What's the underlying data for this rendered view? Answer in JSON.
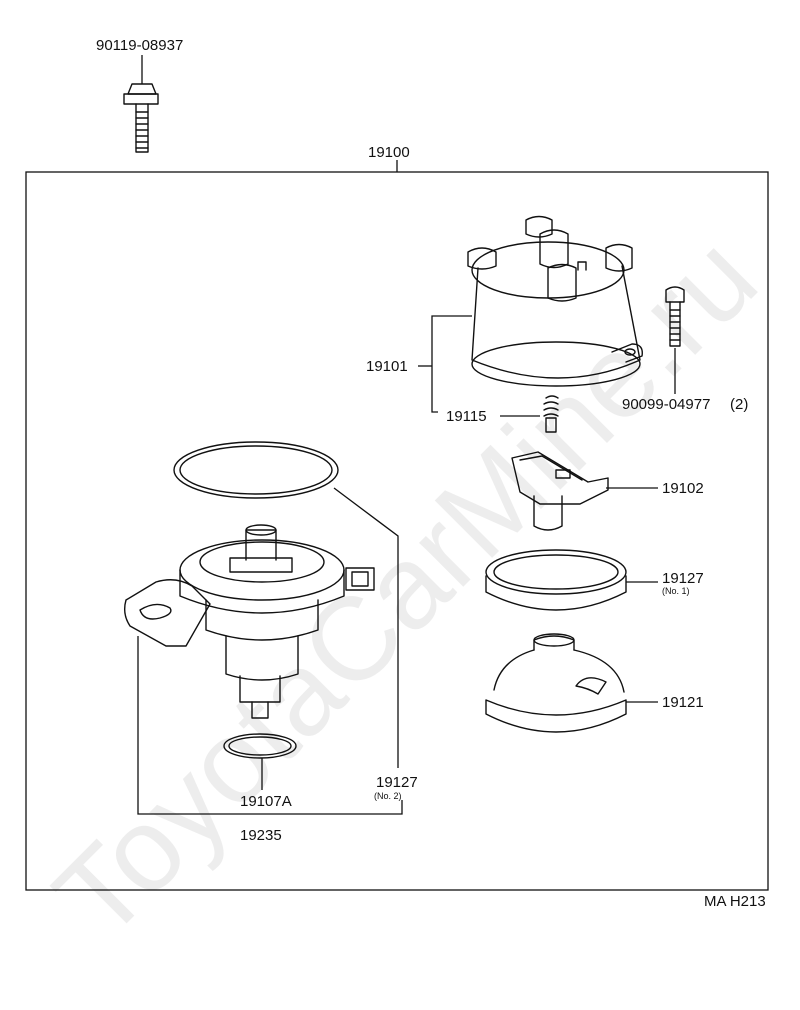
{
  "watermark": "ToyotaCarMine.ru",
  "assembly": {
    "part_no": "19100"
  },
  "callouts": {
    "bolt_top": "90119-08937",
    "cap": "19101",
    "spring": "19115",
    "screw": "90099-04977",
    "screw_qty": "(2)",
    "rotor": "19102",
    "gasket_no1": "19127",
    "gasket_no1_note": "(No. 1)",
    "cover": "19121",
    "gasket_no2": "19127",
    "gasket_no2_note": "(No. 2)",
    "oring": "19107A",
    "housing": "19235"
  },
  "ref_code": "MA H213"
}
